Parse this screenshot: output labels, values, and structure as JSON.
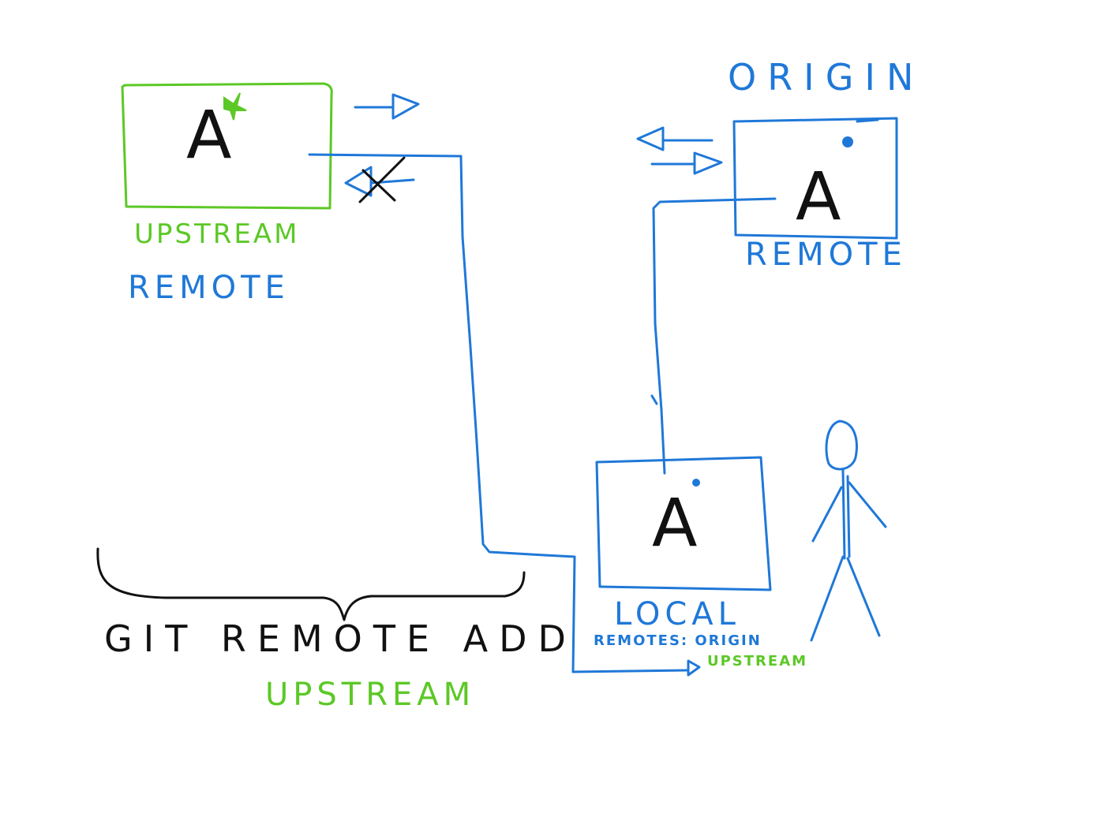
{
  "colors": {
    "green": "#5cc826",
    "blue": "#1f78d8",
    "black": "#111111"
  },
  "upstream_box": {
    "letter": "A",
    "marker_icon": "star-marker",
    "name_label": "UPSTREAM",
    "type_label": "REMOTE"
  },
  "origin_box": {
    "title": "ORIGIN",
    "letter": "A",
    "marker_icon": "dot-marker",
    "type_label": "REMOTE"
  },
  "local_box": {
    "letter": "A",
    "marker_icon": "dot-marker",
    "name_label": "LOCAL",
    "remotes_label": "REMOTES: ORIGIN",
    "remotes_upstream": "UPSTREAM"
  },
  "caption": {
    "line1": "GIT REMOTE ADD",
    "line2": "UPSTREAM"
  },
  "icons": {
    "user": "stick-figure-icon",
    "blocked_push": "crossed-arrow-icon"
  }
}
